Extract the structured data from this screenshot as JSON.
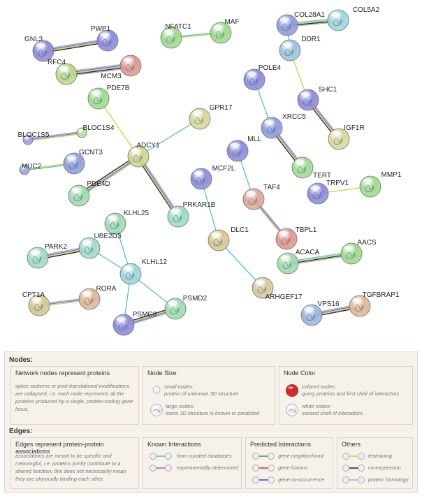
{
  "network": {
    "nodes": [
      {
        "id": "GNL3",
        "label": "GNL3",
        "color": "#8f8fdc"
      },
      {
        "id": "PWP1",
        "label": "PWP1",
        "color": "#8f8fdc"
      },
      {
        "id": "RFC4",
        "label": "RFC4",
        "color": "#bcd98a"
      },
      {
        "id": "MCM3",
        "label": "MCM3",
        "color": "#e09a90"
      },
      {
        "id": "NFATC1",
        "label": "NFATC1",
        "color": "#9fdc8f"
      },
      {
        "id": "MAF",
        "label": "MAF",
        "color": "#9fdc8f"
      },
      {
        "id": "PDE7B",
        "label": "PDE7B",
        "color": "#9fdc8f"
      },
      {
        "id": "GPR17",
        "label": "GPR17",
        "color": "#d9d89a"
      },
      {
        "id": "BLOC1S5",
        "label": "BLOC1S5",
        "color": "#9ea4e6"
      },
      {
        "id": "BLOC1S4",
        "label": "BLOC1S4",
        "color": "#b4e39e"
      },
      {
        "id": "ADCY1",
        "label": "ADCY1",
        "color": "#d0d690"
      },
      {
        "id": "GCNT3",
        "label": "GCNT3",
        "color": "#8fa0dc"
      },
      {
        "id": "MUC2",
        "label": "MUC2",
        "color": "#9ea4e6"
      },
      {
        "id": "PDE4D",
        "label": "PDE4D",
        "color": "#9fdcae"
      },
      {
        "id": "PRKAR1B",
        "label": "PRKAR1B",
        "color": "#9fdcc8"
      },
      {
        "id": "MCF2L",
        "label": "MCF2L",
        "color": "#8f8fdc"
      },
      {
        "id": "MLL",
        "label": "MLL",
        "color": "#8f8fdc"
      },
      {
        "id": "COL28A1",
        "label": "COL28A1",
        "color": "#8fa0dc"
      },
      {
        "id": "COL5A2",
        "label": "COL5A2",
        "color": "#9fd6dc"
      },
      {
        "id": "DDR1",
        "label": "DDR1",
        "color": "#9fc4dc"
      },
      {
        "id": "POLE4",
        "label": "POLE4",
        "color": "#8f8fdc"
      },
      {
        "id": "SHC1",
        "label": "SHC1",
        "color": "#8f8fdc"
      },
      {
        "id": "XRCC5",
        "label": "XRCC5",
        "color": "#8fa0dc"
      },
      {
        "id": "IGF1R",
        "label": "IGF1R",
        "color": "#d9d89a"
      },
      {
        "id": "TERT",
        "label": "TERT",
        "color": "#9fdc8f"
      },
      {
        "id": "TAF4",
        "label": "TAF4",
        "color": "#e0a898"
      },
      {
        "id": "TRPV1",
        "label": "TRPV1",
        "color": "#8f8fdc"
      },
      {
        "id": "MMP1",
        "label": "MMP1",
        "color": "#9fdc8f"
      },
      {
        "id": "KLHL25",
        "label": "KLHL25",
        "color": "#9fdcae"
      },
      {
        "id": "PARK2",
        "label": "PARK2",
        "color": "#9fdcc8"
      },
      {
        "id": "UBE2D3",
        "label": "UBE2D3",
        "color": "#9fdcc8"
      },
      {
        "id": "DLC1",
        "label": "DLC1",
        "color": "#d6c890"
      },
      {
        "id": "TBPL1",
        "label": "TBPL1",
        "color": "#e09a90"
      },
      {
        "id": "KLHL12",
        "label": "KLHL12",
        "color": "#9fd6dc"
      },
      {
        "id": "ACACA",
        "label": "ACACA",
        "color": "#9fdcae"
      },
      {
        "id": "AACS",
        "label": "AACS",
        "color": "#9fdc8f"
      },
      {
        "id": "CPT1A",
        "label": "CPT1A",
        "color": "#d6c890"
      },
      {
        "id": "RORA",
        "label": "RORA",
        "color": "#e0b898"
      },
      {
        "id": "ARHGEF17",
        "label": "ARHGEF17",
        "color": "#d6c8a0"
      },
      {
        "id": "PSMD2",
        "label": "PSMD2",
        "color": "#9fdcae"
      },
      {
        "id": "PSMC6",
        "label": "PSMC6",
        "color": "#8f8fdc"
      },
      {
        "id": "VPS16",
        "label": "VPS16",
        "color": "#9fb8dc"
      },
      {
        "id": "TGFBRAP1",
        "label": "TGFBRAP1",
        "color": "#e0b898"
      }
    ],
    "edges": [
      {
        "a": "GNL3",
        "b": "PWP1",
        "types": [
          "curated",
          "experimental",
          "textmining",
          "coexpression"
        ]
      },
      {
        "a": "RFC4",
        "b": "MCM3",
        "types": [
          "curated",
          "experimental",
          "textmining",
          "coexpression",
          "homology"
        ]
      },
      {
        "a": "NFATC1",
        "b": "MAF",
        "types": [
          "curated",
          "textmining"
        ]
      },
      {
        "a": "BLOC1S5",
        "b": "BLOC1S4",
        "types": [
          "curated",
          "experimental",
          "textmining"
        ]
      },
      {
        "a": "GCNT3",
        "b": "MUC2",
        "types": [
          "curated",
          "textmining"
        ]
      },
      {
        "a": "PDE7B",
        "b": "ADCY1",
        "types": [
          "textmining"
        ]
      },
      {
        "a": "GPR17",
        "b": "ADCY1",
        "types": [
          "curated"
        ]
      },
      {
        "a": "ADCY1",
        "b": "PDE4D",
        "types": [
          "curated",
          "experimental",
          "textmining",
          "coexpression"
        ]
      },
      {
        "a": "ADCY1",
        "b": "PRKAR1B",
        "types": [
          "curated",
          "experimental",
          "textmining",
          "coexpression"
        ]
      },
      {
        "a": "COL28A1",
        "b": "COL5A2",
        "types": [
          "curated",
          "textmining",
          "coexpression",
          "homology"
        ]
      },
      {
        "a": "COL28A1",
        "b": "DDR1",
        "types": [
          "curated"
        ]
      },
      {
        "a": "DDR1",
        "b": "SHC1",
        "types": [
          "textmining"
        ]
      },
      {
        "a": "POLE4",
        "b": "XRCC5",
        "types": [
          "curated"
        ]
      },
      {
        "a": "SHC1",
        "b": "IGF1R",
        "types": [
          "curated",
          "experimental",
          "textmining",
          "coexpression"
        ]
      },
      {
        "a": "XRCC5",
        "b": "TERT",
        "types": [
          "curated",
          "experimental",
          "textmining",
          "coexpression"
        ]
      },
      {
        "a": "MLL",
        "b": "TAF4",
        "types": [
          "curated"
        ]
      },
      {
        "a": "TAF4",
        "b": "TBPL1",
        "types": [
          "curated",
          "experimental",
          "textmining"
        ]
      },
      {
        "a": "TRPV1",
        "b": "MMP1",
        "types": [
          "textmining"
        ]
      },
      {
        "a": "MCF2L",
        "b": "DLC1",
        "types": [
          "curated"
        ]
      },
      {
        "a": "DLC1",
        "b": "ARHGEF17",
        "types": [
          "curated"
        ]
      },
      {
        "a": "ACACA",
        "b": "AACS",
        "types": [
          "curated",
          "textmining",
          "coexpression",
          "homology"
        ]
      },
      {
        "a": "PARK2",
        "b": "UBE2D3",
        "types": [
          "curated",
          "experimental",
          "textmining",
          "coexpression"
        ]
      },
      {
        "a": "KLHL25",
        "b": "KLHL12",
        "types": [
          "curated"
        ]
      },
      {
        "a": "UBE2D3",
        "b": "KLHL12",
        "types": [
          "curated"
        ]
      },
      {
        "a": "KLHL12",
        "b": "PSMD2",
        "types": [
          "curated"
        ]
      },
      {
        "a": "KLHL12",
        "b": "PSMC6",
        "types": [
          "curated"
        ]
      },
      {
        "a": "PSMD2",
        "b": "PSMC6",
        "types": [
          "curated",
          "experimental",
          "textmining",
          "coexpression"
        ]
      },
      {
        "a": "CPT1A",
        "b": "RORA",
        "types": [
          "curated",
          "experimental",
          "textmining"
        ]
      },
      {
        "a": "VPS16",
        "b": "TGFBRAP1",
        "types": [
          "curated",
          "experimental",
          "textmining",
          "coexpression"
        ]
      }
    ]
  },
  "edge_colors": {
    "curated": "#4cc3d6",
    "experimental": "#c548c5",
    "neighborhood": "#2ea52e",
    "fusion": "#e0302e",
    "cooccurrence": "#3346d6",
    "textmining": "#c7d63a",
    "coexpression": "#222222",
    "homology": "#a9a9e8"
  },
  "legend": {
    "nodes_title": "Nodes:",
    "box_network": {
      "title": "Network nodes represent proteins",
      "text": "splice isoforms or post-translational modifications are collapsed, i.e. each node represents all the proteins produced by a single, protein-coding gene locus."
    },
    "box_size": {
      "title": "Node Size",
      "small": "small nodes:",
      "small_desc": "protein of unknown 3D structure",
      "large": "large nodes:",
      "large_desc": "some 3D structure is known or predicted"
    },
    "box_color": {
      "title": "Node Color",
      "colored": "colored nodes:",
      "colored_desc": "query proteins and first shell of interactors",
      "white": "white nodes:",
      "white_desc": "second shell of interactors"
    },
    "edges_title": "Edges:",
    "box_edges": {
      "title": "Edges represent protein-protein associations",
      "text": "associations are meant to be specific and meaningful, i.e. proteins jointly contribute to a shared function; this does not necessarily mean they are physically binding each other."
    },
    "box_known": {
      "title": "Known Interactions",
      "items": [
        "from curated databases",
        "experimentally determined"
      ]
    },
    "box_predicted": {
      "title": "Predicted Interactions",
      "items": [
        "gene neighborhood",
        "gene fusions",
        "gene co-occurrence"
      ]
    },
    "box_others": {
      "title": "Others",
      "items": [
        "textmining",
        "co-expression",
        "protein homology"
      ]
    }
  }
}
